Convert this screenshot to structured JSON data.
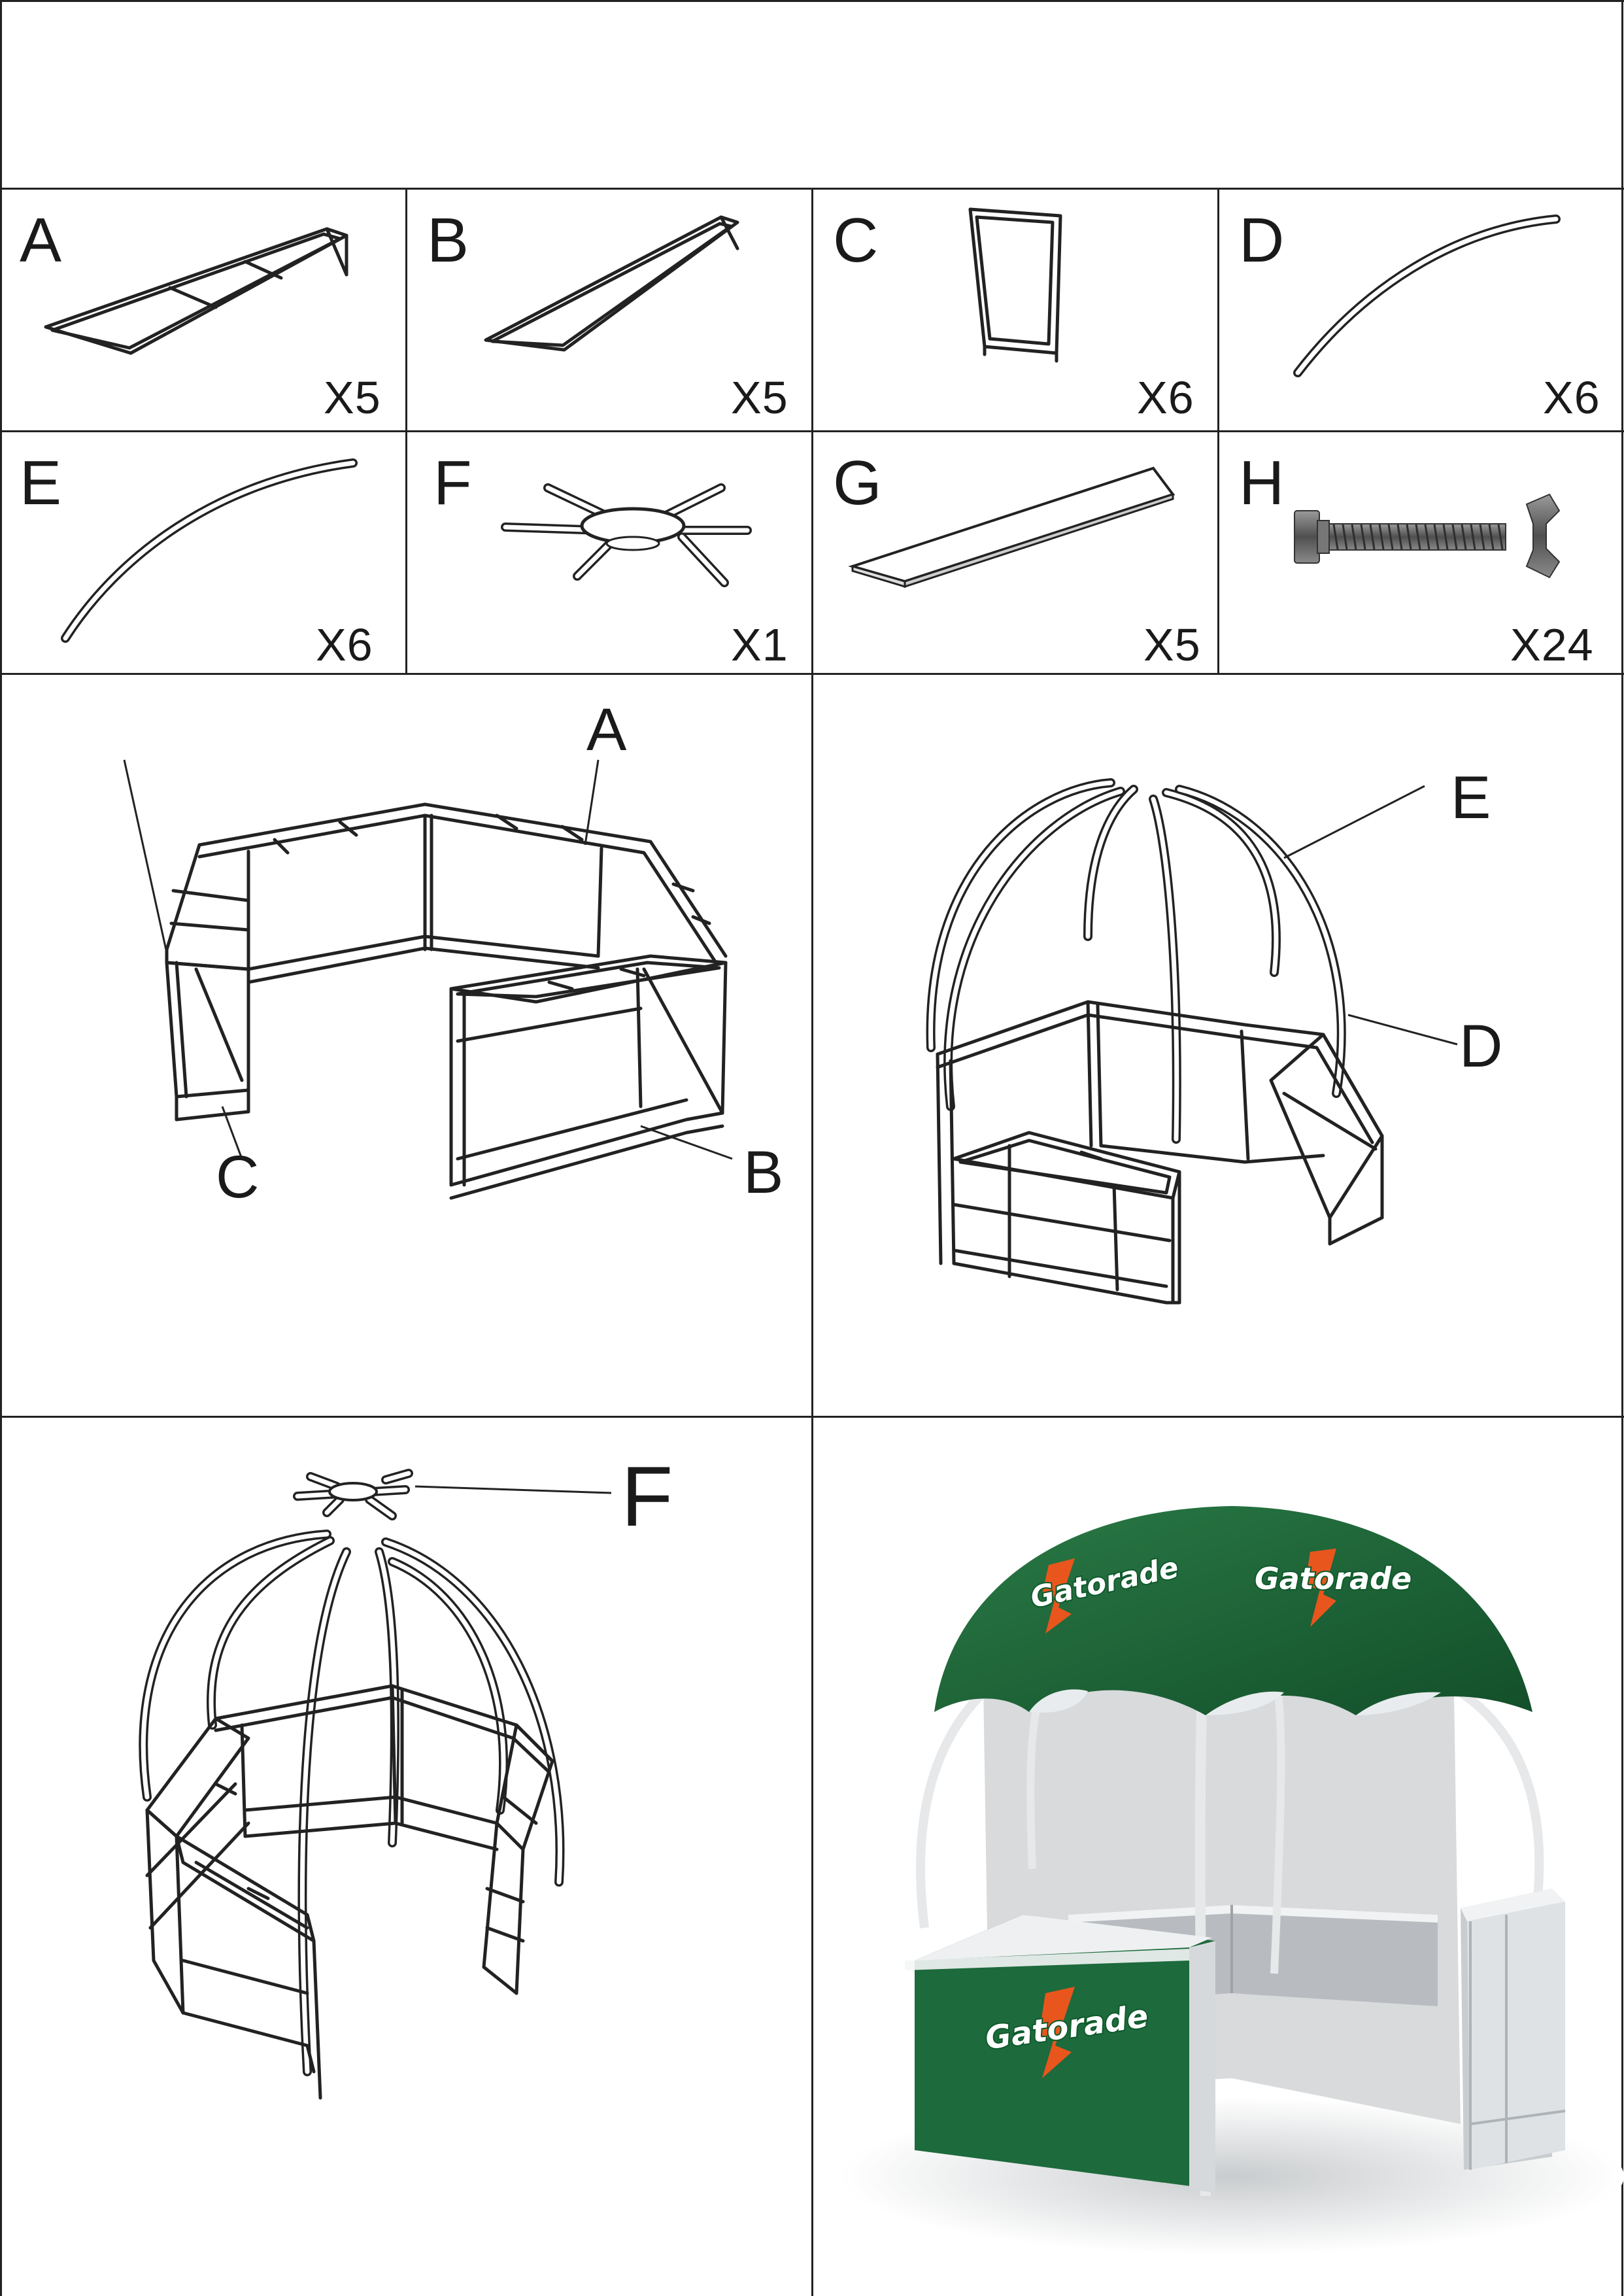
{
  "parts": [
    {
      "letter": "A",
      "qty": "X5"
    },
    {
      "letter": "B",
      "qty": "X5"
    },
    {
      "letter": "C",
      "qty": "X6"
    },
    {
      "letter": "D",
      "qty": "X6"
    },
    {
      "letter": "E",
      "qty": "X6"
    },
    {
      "letter": "F",
      "qty": "X1"
    },
    {
      "letter": "G",
      "qty": "X5"
    },
    {
      "letter": "H",
      "qty": "X24"
    }
  ],
  "step1": {
    "label_a": "A",
    "label_b": "B",
    "label_c": "C"
  },
  "step2": {
    "label_e": "E",
    "label_d": "D"
  },
  "step3": {
    "label_f": "F"
  },
  "final": {
    "brand": "Gatorade",
    "colors": {
      "canopy": "#1f6b3a",
      "panel": "#1d6a3c",
      "bolt": "#e8561d",
      "frame": "#d9dde0"
    }
  }
}
